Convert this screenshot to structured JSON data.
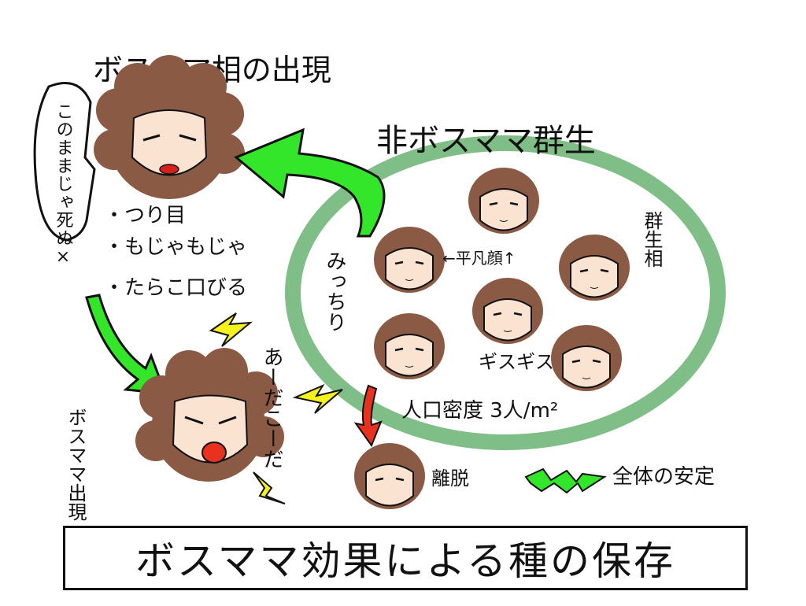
{
  "title": "ボスママ相の出現",
  "colony_title": "非ボスママ群生",
  "speech_bubble": "このままじゃ死ぬ×",
  "traits": [
    "・つり目",
    "・もじゃもじゃ",
    "・たらこ口びる"
  ],
  "colony_side_label": "みっちり",
  "colony_phase_label": "群生相",
  "flat_face_label": "←平凡顔↑",
  "jostle_label": "ギスギス",
  "density_label": "人口密度 3人/m²",
  "boss_appear_label": "ボスママ出現",
  "exclamation": "あーだこーだ",
  "leave_label": "離脱",
  "stability_label": "全体の安定",
  "caption": "ボスママ効果による種の保存",
  "colors": {
    "hair": "#8a5a44",
    "skin": "#fbe3d2",
    "green_arrow": "#33e62a",
    "red_arrow": "#e8321f",
    "lightning": "#f6f21c",
    "colony_ring": "#5fae69"
  }
}
